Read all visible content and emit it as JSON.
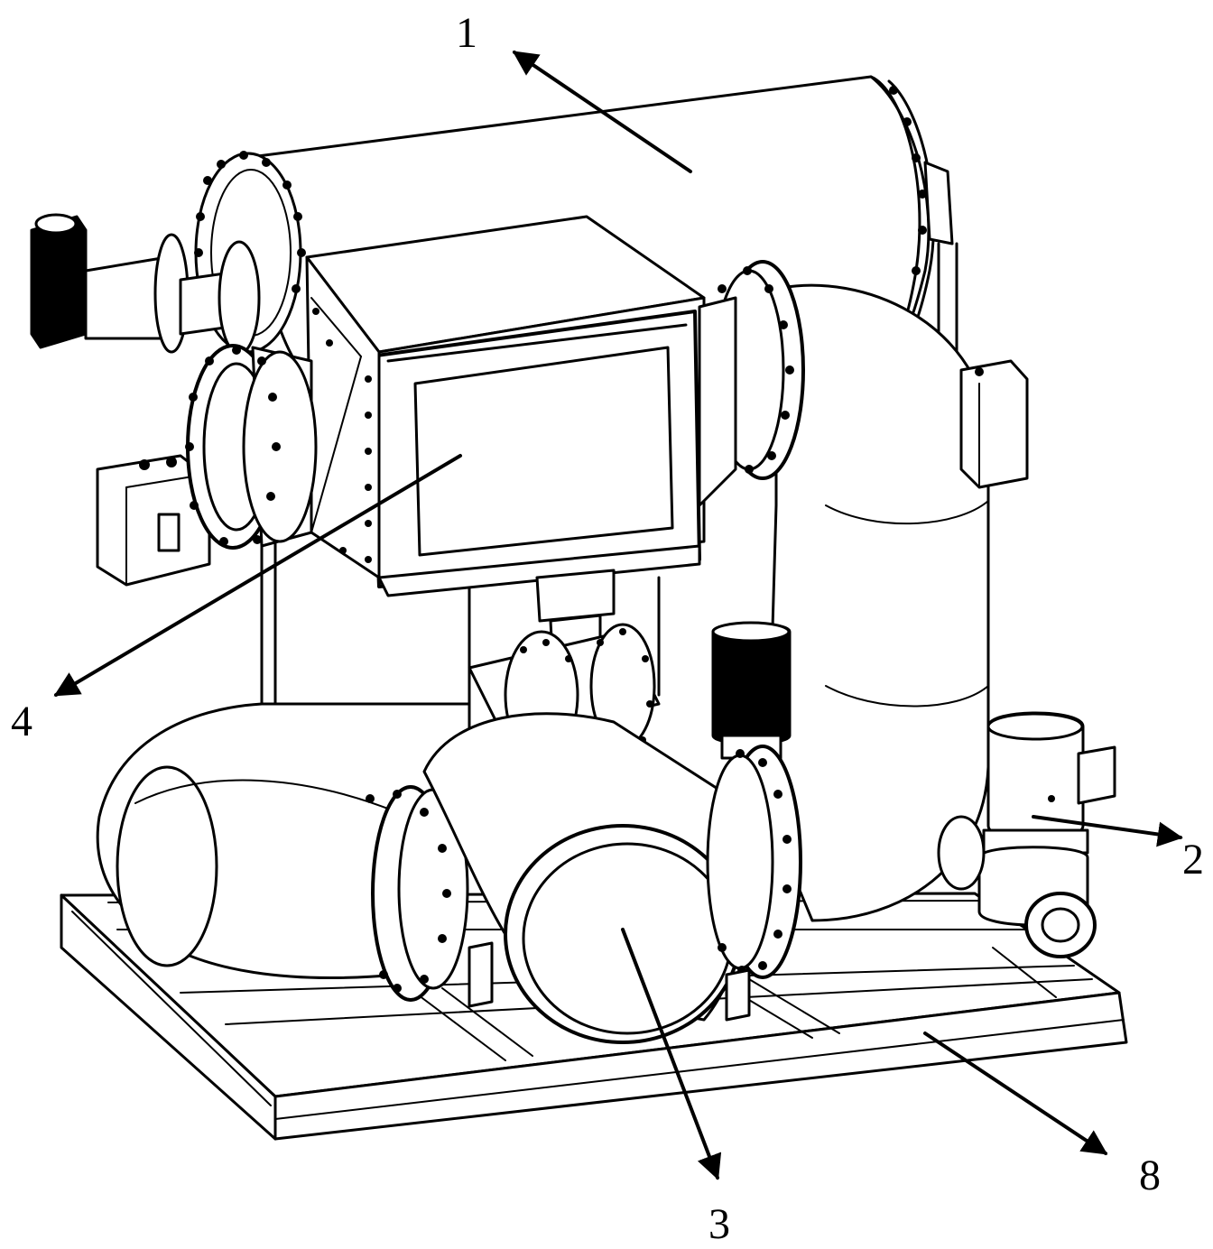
{
  "figure": {
    "callouts": [
      {
        "id": "1",
        "label": "1"
      },
      {
        "id": "2",
        "label": "2"
      },
      {
        "id": "3",
        "label": "3"
      },
      {
        "id": "4",
        "label": "4"
      },
      {
        "id": "8",
        "label": "8"
      }
    ]
  }
}
